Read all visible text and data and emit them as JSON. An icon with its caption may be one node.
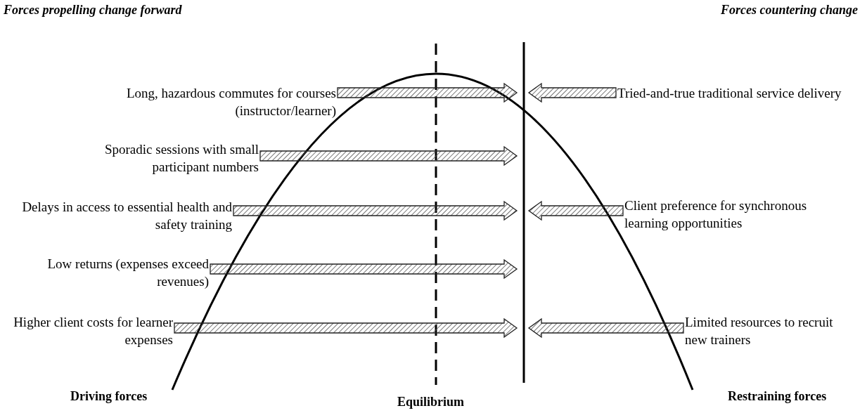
{
  "diagram": {
    "nodes": [
      {
        "text": [
          "Long, hazardous commutes for courses (instructor/learner)"
        ]
      },
      {
        "text": [
          "Sporadic sessions with small participant numbers"
        ]
      },
      {
        "text": [
          "Delays in access to essential health and safety training"
        ]
      },
      {
        "text": [
          "Low returns (expenses exceed revenues)"
        ]
      },
      {
        "text": [
          "Higher client costs for learner expenses"
        ]
      },
      {
        "text": [
          "Tried-and-true traditional service delivery"
        ]
      },
      {
        "text": [
          "Client preference for synchronous learning opportunities"
        ]
      },
      {
        "text": [
          "Limited resources to recruit new trainers"
        ]
      }
    ],
    "edges": [
      {
        "from": 0,
        "to": null,
        "arrow": "to"
      },
      {
        "from": 1,
        "to": null,
        "arrow": "to"
      },
      {
        "from": 2,
        "to": null,
        "arrow": "to"
      },
      {
        "from": 3,
        "to": null,
        "arrow": "to"
      },
      {
        "from": 4,
        "to": null,
        "arrow": "to"
      },
      {
        "from": 5,
        "to": null,
        "arrow": "to"
      },
      {
        "from": 6,
        "to": null,
        "arrow": "to"
      },
      {
        "from": 7,
        "to": null,
        "arrow": "to"
      }
    ],
    "labels": [
      "Forces propelling change forward",
      "Forces countering change",
      "Driving forces",
      "Equilibrium",
      "Restraining forces"
    ]
  }
}
